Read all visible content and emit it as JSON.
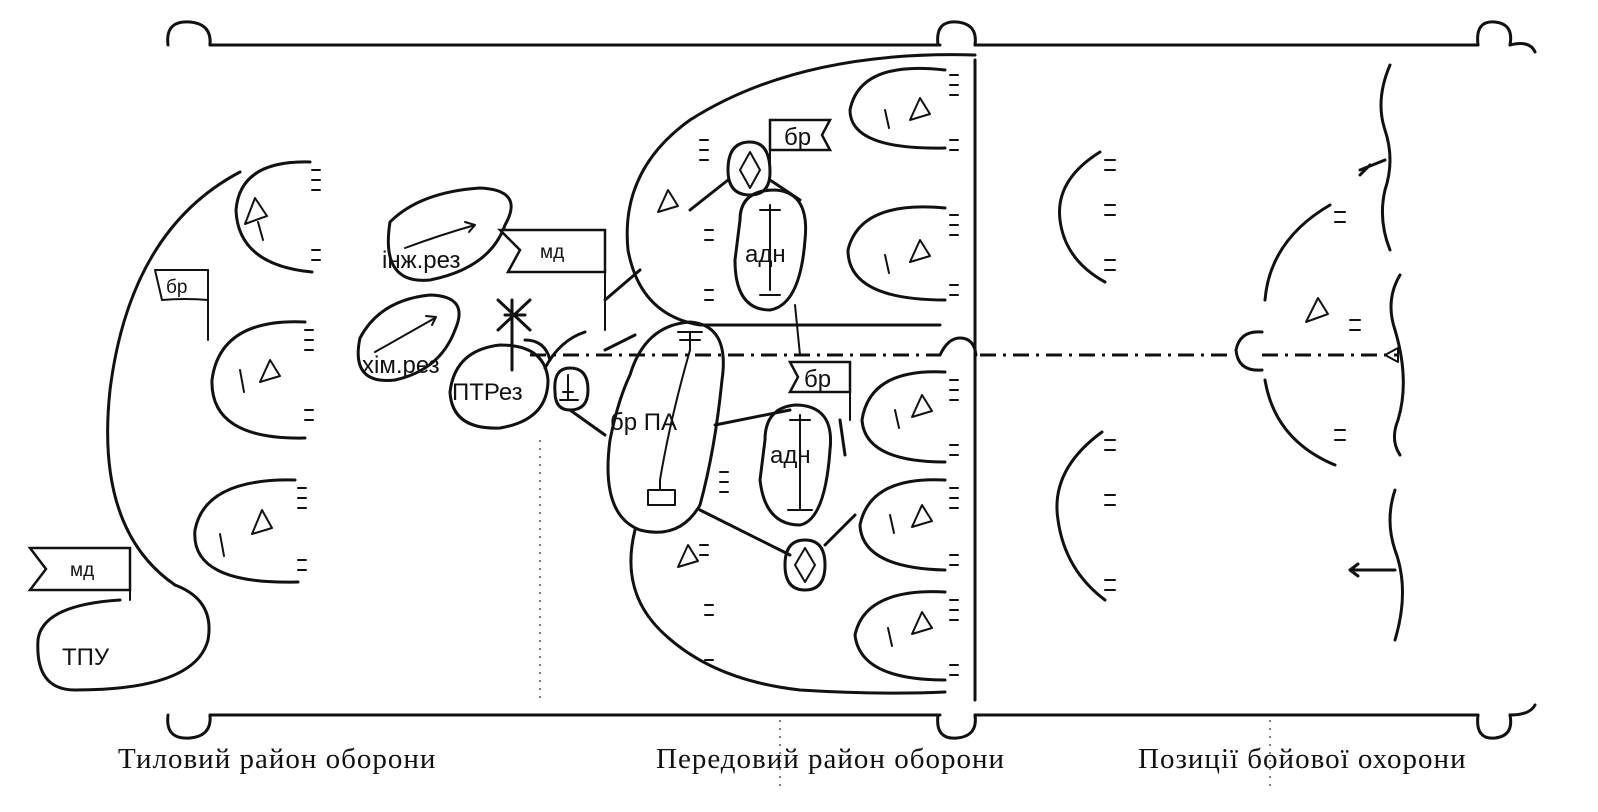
{
  "captions": {
    "rear": "Тиловий район оборони",
    "forward": "Передовий район оборони",
    "outpost": "Позиції бойової охорони"
  },
  "labels": {
    "md_rear": "мд",
    "tpu": "ТПУ",
    "br_rear": "бр",
    "md_center": "мд",
    "eng_reserve": "інж.рез",
    "chem_reserve": "хім.рез",
    "at_reserve": "ПТРез",
    "br_top": "бр",
    "br_mid": "бр",
    "adn_upper": "адн",
    "adn_lower": "адн",
    "brigade_artillery": "бр ПА"
  }
}
